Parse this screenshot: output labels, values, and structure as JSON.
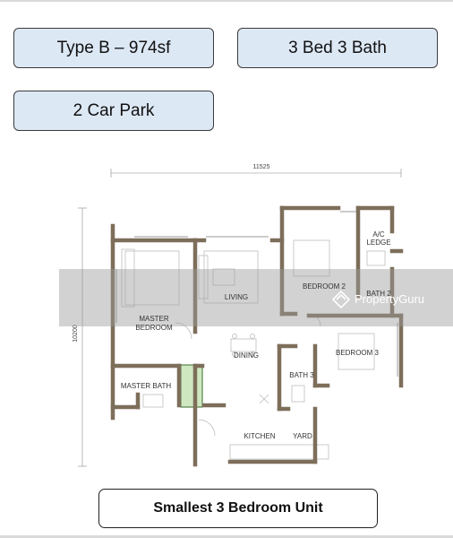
{
  "tags": {
    "unit_type": "Type B – 974sf",
    "rooms": "3 Bed 3 Bath",
    "parking": "2 Car Park"
  },
  "floorplan": {
    "width_dim": "11525",
    "height_dim": "10200",
    "rooms": {
      "master_bedroom_line1": "MASTER",
      "master_bedroom_line2": "BEDROOM",
      "living": "LIVING",
      "bedroom2": "BEDROOM 2",
      "ac_line1": "A/C",
      "ac_line2": "LEDGE",
      "bath2": "BATH 2",
      "bedroom3": "BEDROOM 3",
      "dining": "DINING",
      "bath3": "BATH 3",
      "master_bath": "MASTER BATH",
      "kitchen": "KITCHEN",
      "yard": "YARD"
    },
    "watermark": "PropertyGuru",
    "colors": {
      "wall": "#7d6e5a",
      "highlight": "#cfe8c2",
      "band": "#9b9b9b"
    }
  },
  "caption": "Smallest 3 Bedroom Unit"
}
